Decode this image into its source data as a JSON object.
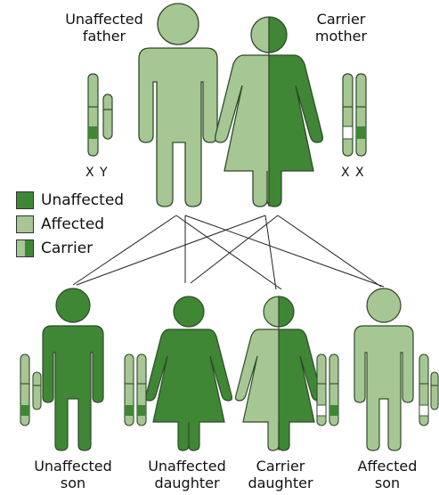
{
  "colors": {
    "dark": "#3f8735",
    "light": "#a6c794",
    "stroke": "#2f4a2a",
    "line": "#222222",
    "white": "#ffffff"
  },
  "parents": {
    "father": {
      "label_line1": "Unaffected",
      "label_line2": "father",
      "chromosomes": "X Y"
    },
    "mother": {
      "label_line1": "Carrier",
      "label_line2": "mother",
      "chromosomes": "X X"
    }
  },
  "legend": [
    {
      "label": "Unaffected",
      "swatch": "dark"
    },
    {
      "label": "Affected",
      "swatch": "light"
    },
    {
      "label": "Carrier",
      "swatch": "half"
    }
  ],
  "children": [
    {
      "label_line1": "Unaffected",
      "label_line2": "son"
    },
    {
      "label_line1": "Unaffected",
      "label_line2": "daughter"
    },
    {
      "label_line1": "Carrier",
      "label_line2": "daughter"
    },
    {
      "label_line1": "Affected",
      "label_line2": "son"
    }
  ]
}
